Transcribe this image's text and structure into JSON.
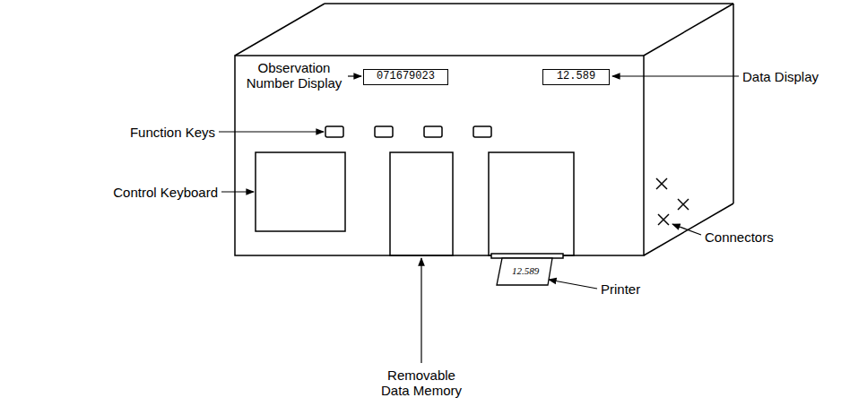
{
  "diagram": {
    "nodes": [
      {
        "text": [
          "071679023"
        ]
      },
      {
        "text": [
          "12.589"
        ]
      },
      {
        "text": [
          "12.589"
        ]
      }
    ],
    "labels": [
      "Observation Number Display",
      "Data Display",
      "Function Keys",
      "Control Keyboard",
      "Connectors",
      "Printer",
      "Removable Data Memory"
    ]
  }
}
